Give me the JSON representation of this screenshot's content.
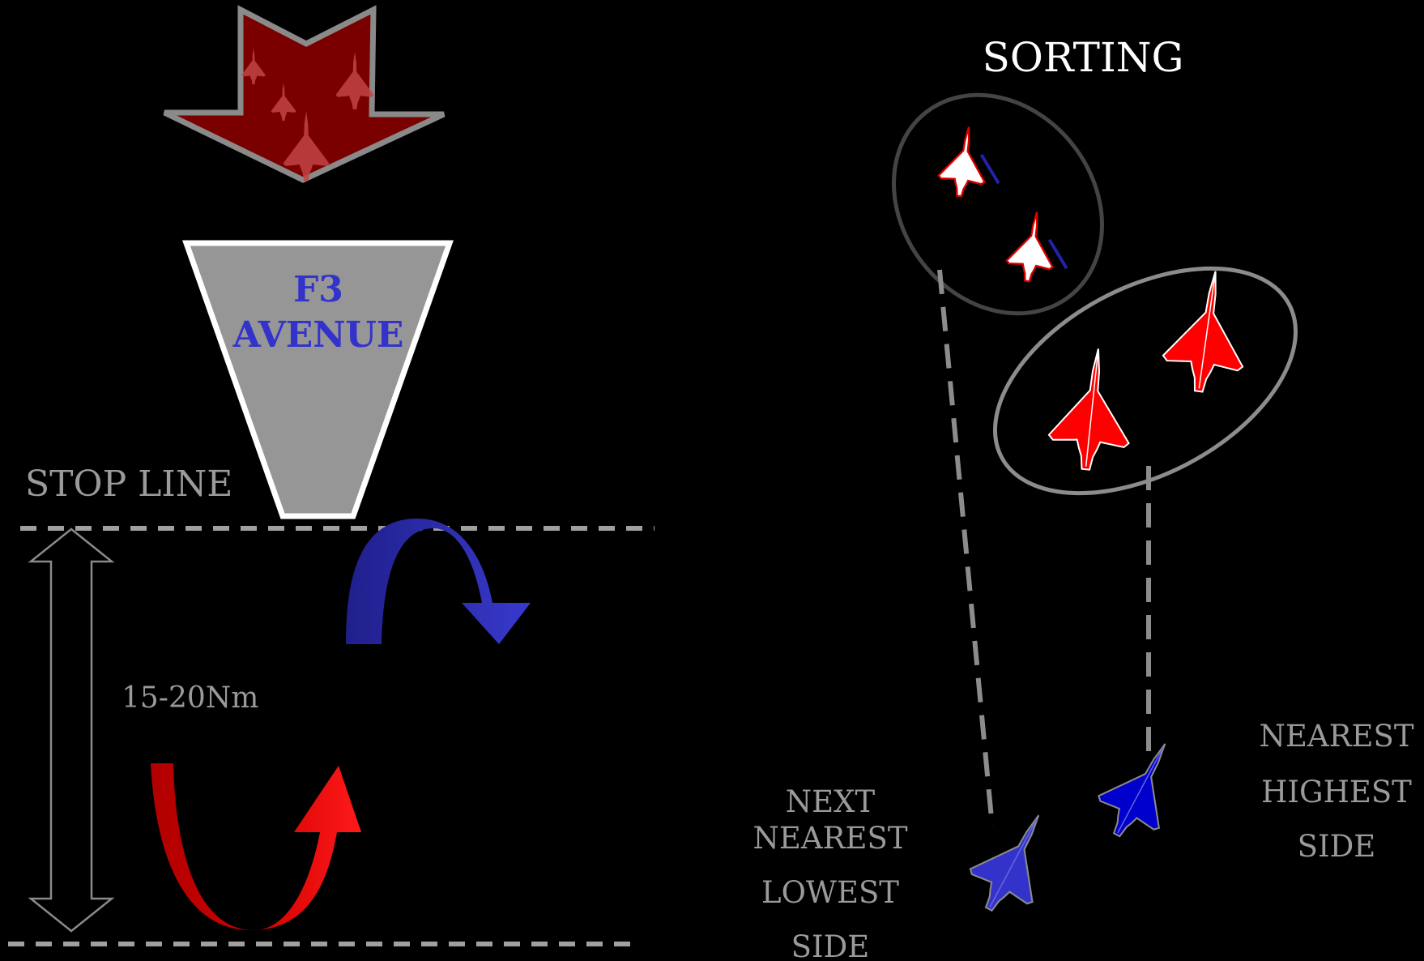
{
  "stop_line_label": "STOP LINE",
  "avenue": {
    "line1": "F3",
    "line2": "AVENUE"
  },
  "range_label": "15-20Nm",
  "sorting_title": "SORTING",
  "right_label": {
    "line1": "NEAREST",
    "line2": "HIGHEST",
    "line3": "SIDE"
  },
  "left_label": {
    "line1": "NEXT",
    "line2": "NEAREST",
    "line3": "LOWEST",
    "line4": "SIDE"
  },
  "colors": {
    "background": "#000000",
    "avenue_text": "#3333cc",
    "hostile_red": "#ff0000",
    "friendly_blue": "#3333cc",
    "grey_text": "#9a9a9a",
    "arrow_dark_red": "#7a0000"
  }
}
